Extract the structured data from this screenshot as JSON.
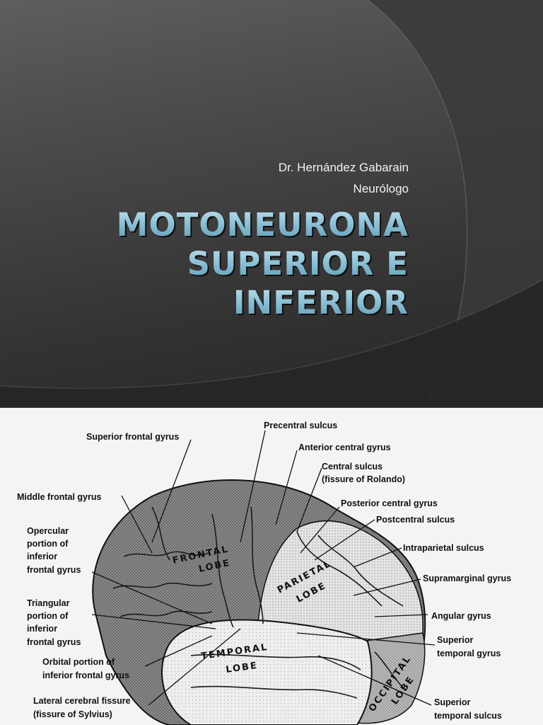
{
  "slide": {
    "author_line1": "Dr. Hernández Gabarain",
    "author_line2": "Neurólogo",
    "title_lines": [
      "MOTONEURONA",
      "SUPERIOR E",
      "INFERIOR"
    ],
    "title_color": "#8fc3d9"
  },
  "diagram": {
    "labels": {
      "superior_frontal_gyrus": "Superior frontal gyrus",
      "precentral_sulcus": "Precentral sulcus",
      "anterior_central_gyrus": "Anterior central gyrus",
      "central_sulcus_1": "Central sulcus",
      "central_sulcus_2": "(fissure of Rolando)",
      "middle_frontal_gyrus": "Middle frontal gyrus",
      "posterior_central_gyrus": "Posterior central gyrus",
      "postcentral_sulcus": "Postcentral sulcus",
      "opercular_1": "Opercular",
      "opercular_2": "portion of",
      "opercular_3": "inferior",
      "opercular_4": "frontal gyrus",
      "intraparietal_sulcus": "Intraparietal sulcus",
      "supramarginal_gyrus": "Supramarginal gyrus",
      "triangular_1": "Triangular",
      "triangular_2": "portion of",
      "triangular_3": "inferior",
      "triangular_4": "frontal gyrus",
      "angular_gyrus": "Angular gyrus",
      "superior_temporal_gyrus_1": "Superior",
      "superior_temporal_gyrus_2": "temporal gyrus",
      "orbital_1": "Orbital portion of",
      "orbital_2": "inferior frontal gyrus",
      "lateral_fissure_1": "Lateral cerebral fissure",
      "lateral_fissure_2": "(fissure of Sylvius)",
      "superior_temporal_sulcus_1": "Superior",
      "superior_temporal_sulcus_2": "temporal sulcus"
    },
    "lobes": {
      "frontal_1": "FRONTAL",
      "frontal_2": "LOBE",
      "parietal_1": "PARIETAL",
      "parietal_2": "LOBE",
      "temporal_1": "TEMPORAL",
      "temporal_2": "LOBE",
      "occipital_1": "OCCIPITAL",
      "occipital_2": "LOBE"
    }
  }
}
